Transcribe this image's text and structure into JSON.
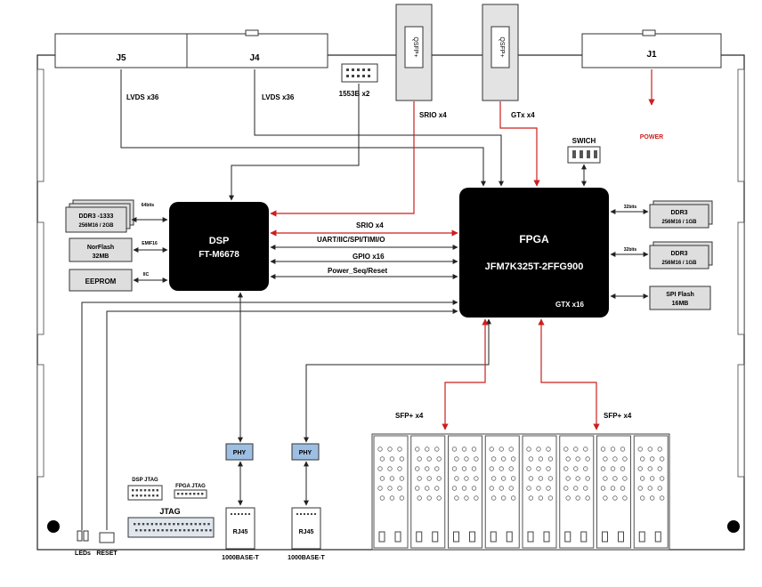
{
  "connectors": {
    "j5": "J5",
    "j4": "J4",
    "j1": "J1",
    "qsfp_a": "QSFP+",
    "qsfp_b": "QSFP+"
  },
  "labels": {
    "lvds_j5": "LVDS x36",
    "lvds_j4": "LVDS x36",
    "bus_1553b": "1553B x2",
    "srio_top": "SRIO x4",
    "gtx_top": "GTx x4",
    "power": "POWER",
    "switch": "SWICH"
  },
  "dsp": {
    "title": "DSP",
    "part": "FT-M6678"
  },
  "fpga": {
    "title": "FPGA",
    "part": "JFM7K325T-2FFG900",
    "gtx": "GTX x16"
  },
  "interconnect": {
    "srio": "SRIO x4",
    "uart": "UART/IIC/SPI/TIMI/O",
    "gpio": "GPIO x16",
    "power_seq": "Power_Seq/Reset"
  },
  "dsp_peripherals": {
    "ddr_line1": "DDR3 -1333",
    "ddr_line2": "256M16 / 2GB",
    "ddr_bus": "64bits",
    "nor_line1": "NorFlash",
    "nor_line2": "32MB",
    "nor_bus": "EMIF16",
    "eeprom": "EEPROM",
    "eeprom_bus": "IIC"
  },
  "fpga_peripherals": {
    "ddr_a_line1": "DDR3",
    "ddr_a_line2": "256M16 / 1GB",
    "ddr_a_bus": "32bits",
    "ddr_b_line1": "DDR3",
    "ddr_b_line2": "256M16 / 1GB",
    "ddr_b_bus": "32bits",
    "spi_line1": "SPI Flash",
    "spi_line2": "16MB"
  },
  "bottom": {
    "phy_a": "PHY",
    "phy_b": "PHY",
    "rj45_a": "RJ45",
    "rj45_b": "RJ45",
    "eth_a": "1000BASE-T",
    "eth_b": "1000BASE-T",
    "sfp_left": "SFP+ x4",
    "sfp_right": "SFP+ x4",
    "dsp_jtag": "DSP JTAG",
    "fpga_jtag": "FPGA JTAG",
    "jtag": "JTAG",
    "leds": "LEDs",
    "reset": "RESET"
  },
  "colors": {
    "red": "#cc1f1f",
    "chip": "#000000",
    "phy": "#9dbfe3",
    "peripheral": "#dedede",
    "line": "#333333"
  }
}
